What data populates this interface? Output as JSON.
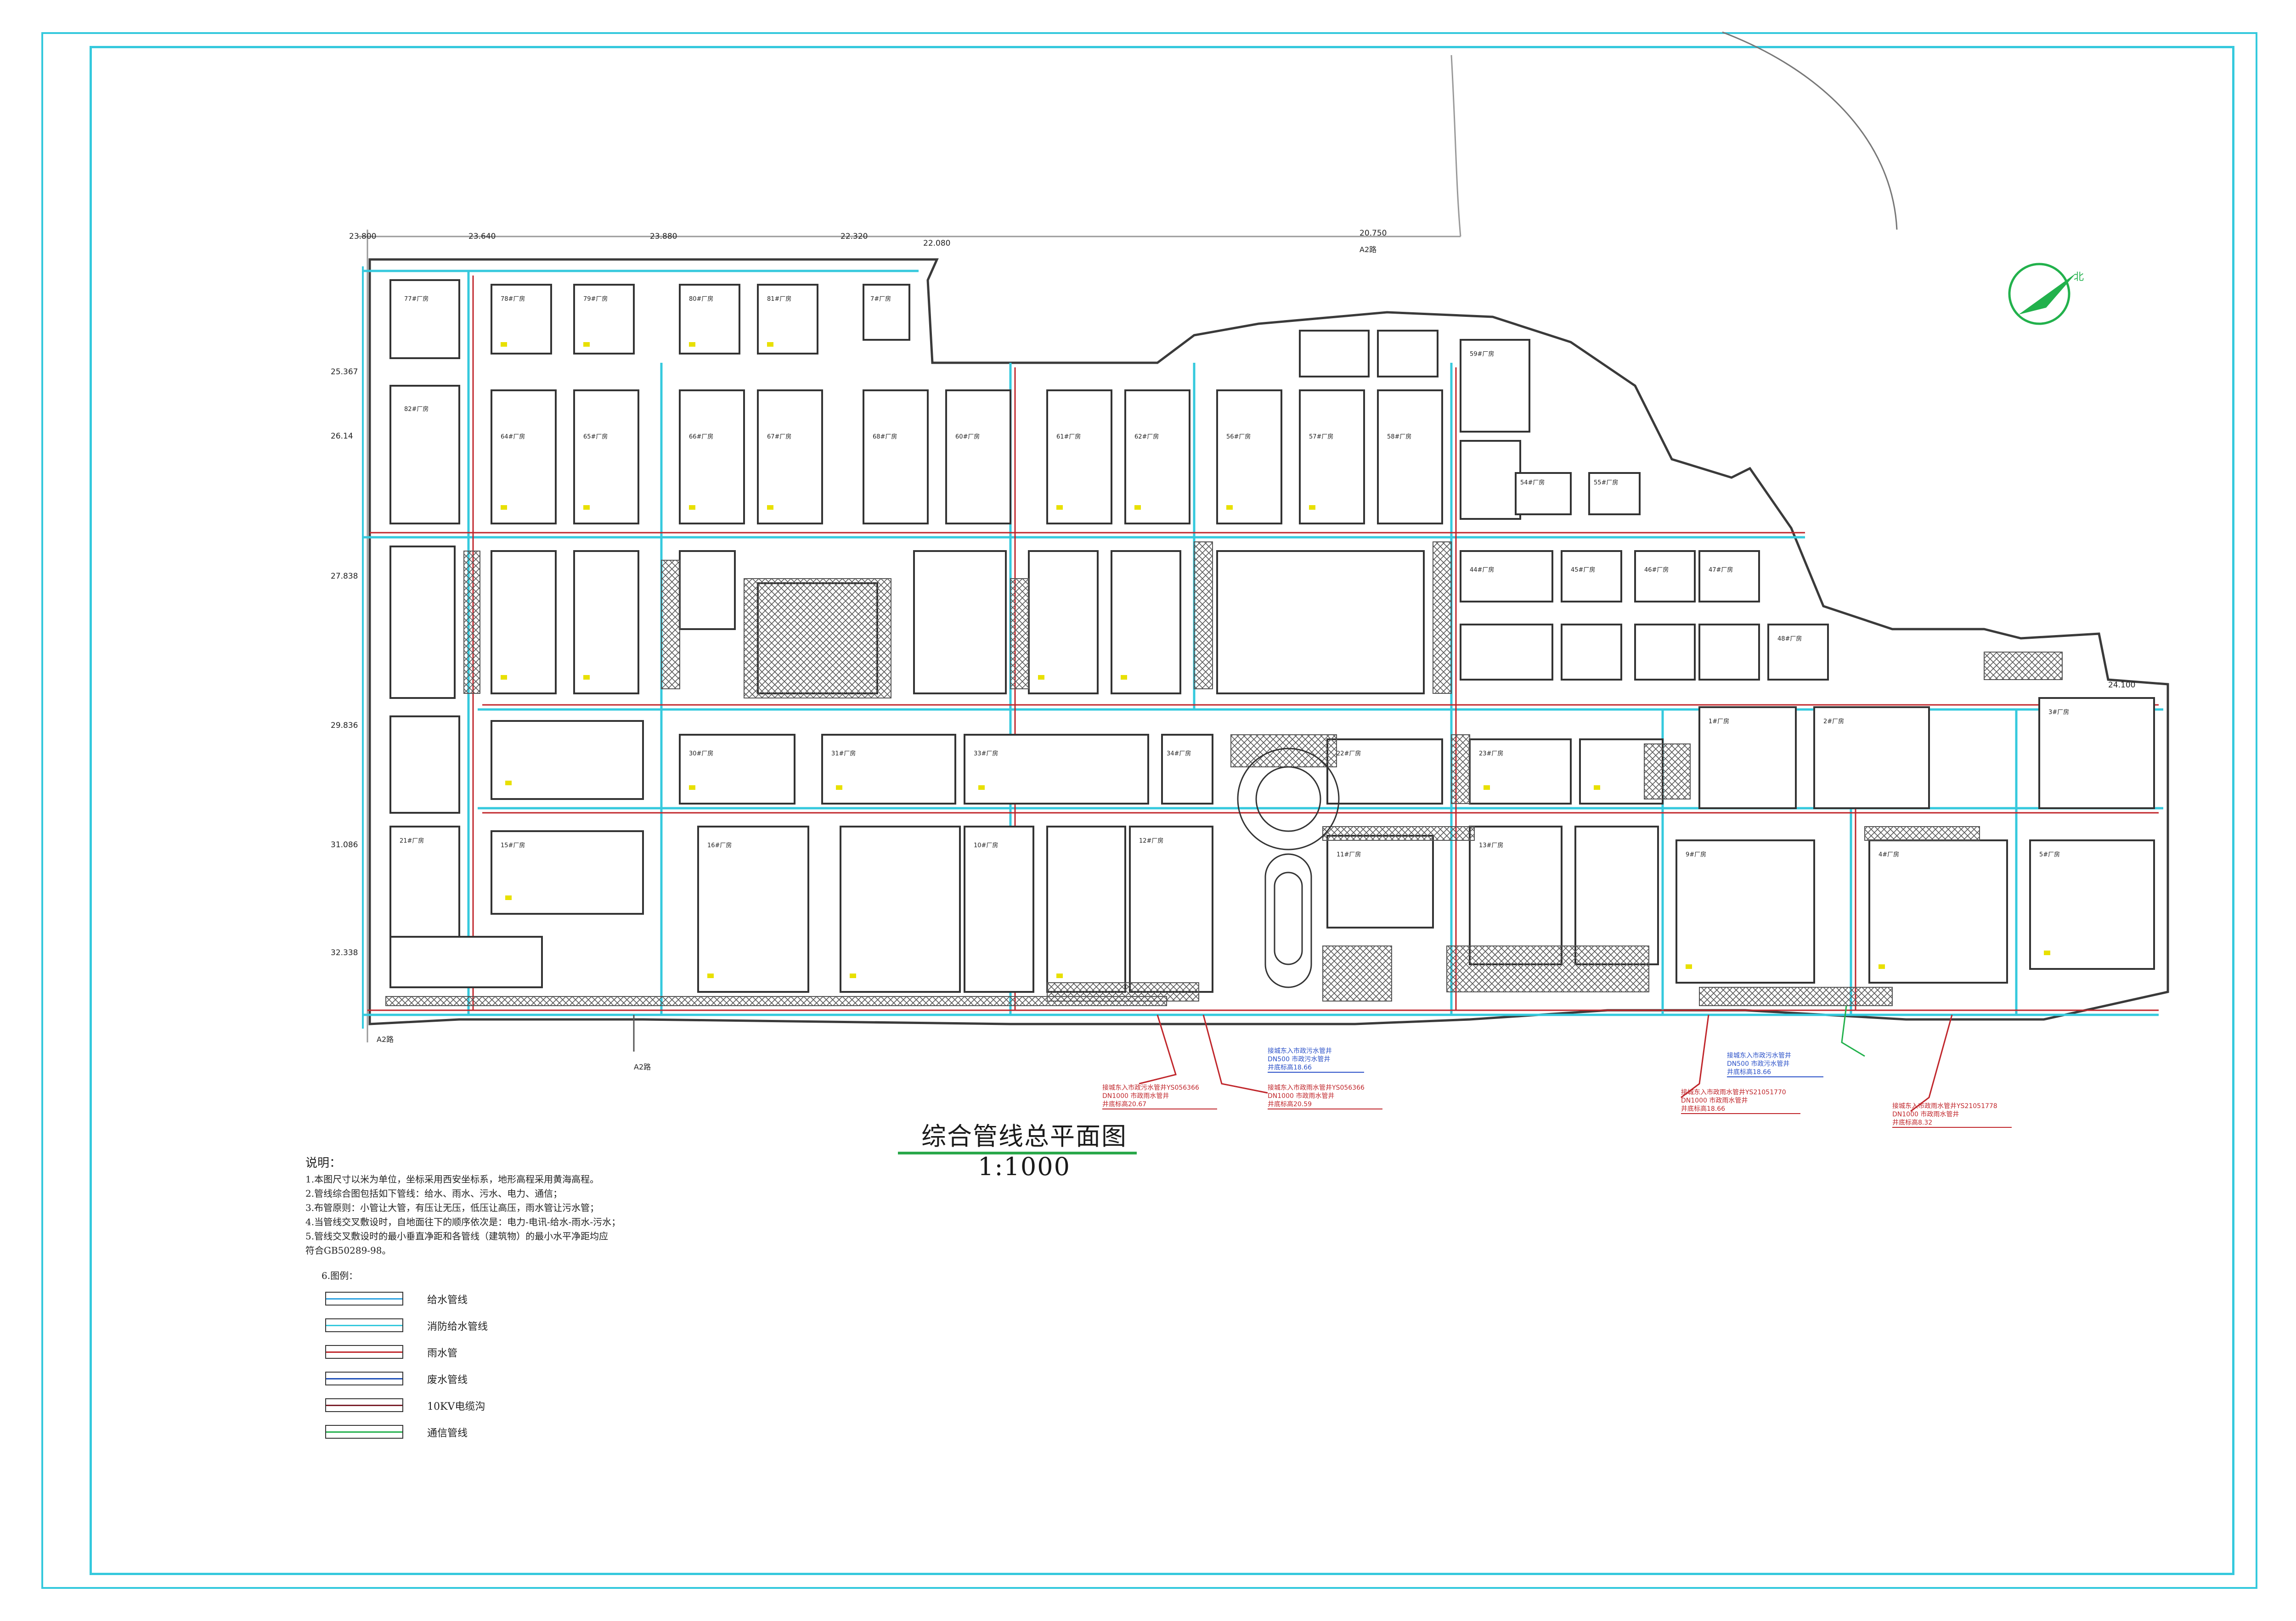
{
  "drawing": {
    "title": "综合管线总平面图1:1000",
    "north_label": "北",
    "road_labels": [
      "A2路",
      "A2路",
      "A2路"
    ],
    "elevations_top": [
      "23.800",
      "23.640",
      "23.880",
      "22.320",
      "22.080",
      "20.750"
    ],
    "elevations_left": [
      "25.367",
      "26.14",
      "27.838",
      "29.836",
      "31.086",
      "32.338"
    ],
    "elevation_right": "24.100",
    "block_labels": [
      "7#厂房",
      "77#厂房",
      "78#厂房",
      "79#厂房",
      "80#厂房",
      "81#厂房",
      "82#厂房",
      "64#厂房",
      "65#厂房",
      "66#厂房",
      "67#厂房",
      "68#厂房",
      "60#厂房",
      "61#厂房",
      "62#厂房",
      "56#厂房",
      "57#厂房",
      "58#厂房",
      "59#厂房",
      "54#厂房",
      "55#厂房",
      "44#厂房",
      "45#厂房",
      "46#厂房",
      "47#厂房",
      "48#厂房",
      "22#厂房",
      "23#厂房",
      "21#厂房",
      "30#厂房",
      "31#厂房",
      "33#厂房",
      "34#厂房",
      "1#厂房",
      "2#厂房",
      "3#厂房",
      "4#厂房",
      "5#厂房",
      "9#厂房",
      "13#厂房",
      "15#厂房",
      "16#厂房",
      "11#厂房",
      "12#厂房",
      "10#厂房"
    ],
    "connections": [
      {
        "line1": "接城东入市政污水管井YS056366",
        "line2": "DN1000 市政雨水管井",
        "line3": "井底标高20.67"
      },
      {
        "line1": "接城东入市政污水管井",
        "line2": "DN500 市政污水管井",
        "line3": "井底标高18.66"
      },
      {
        "line1": "接城东入市政雨水管井YS056366",
        "line2": "DN1000 市政雨水管井",
        "line3": "井底标高20.59"
      },
      {
        "line1": "接城东入市政污水管井",
        "line2": "DN500 市政污水管井",
        "line3": "井底标高18.66"
      },
      {
        "line1": "接城东入市政雨水管井YS21051770",
        "line2": "DN1000 市政雨水管井",
        "line3": "井底标高18.66"
      },
      {
        "line1": "接城东入市政雨水管井YS21051778",
        "line2": "DN1000 市政雨水管井",
        "line3": "井底标高8.32"
      }
    ]
  },
  "notes": {
    "heading": "说明：",
    "items": [
      "1.本图尺寸以米为单位，坐标采用西安坐标系，地形高程采用黄海高程。",
      "2.管线综合图包括如下管线：给水、雨水、污水、电力、通信；",
      "3.布管原则：小管让大管，有压让无压，低压让高压，雨水管让污水管；",
      "4.当管线交叉敷设时，自地面往下的顺序依次是：电力-电讯-给水-雨水-污水；",
      "5.管线交叉敷设时的最小垂直净距和各管线（建筑物）的最小水平净距均应",
      "   符合GB50289-98。"
    ]
  },
  "legend": {
    "heading": "6.图例：",
    "items": [
      {
        "label": "给水管线",
        "color": "#2aa0e0"
      },
      {
        "label": "消防给水管线",
        "color": "#35c9dd"
      },
      {
        "label": "雨水管",
        "color": "#c0262b"
      },
      {
        "label": "废水管线",
        "color": "#1f4fb8"
      },
      {
        "label": "10KV电缆沟",
        "color": "#7a1f2a"
      },
      {
        "label": "通信管线",
        "color": "#22b14c"
      }
    ]
  },
  "colors": {
    "frame": "#35c9dd",
    "road": "#35c9dd",
    "building": "#333333",
    "rain": "#c0262b",
    "telecom": "#22b14c",
    "water": "#2aa0e0",
    "hatch": "#555555",
    "marker": "#e8e000"
  }
}
